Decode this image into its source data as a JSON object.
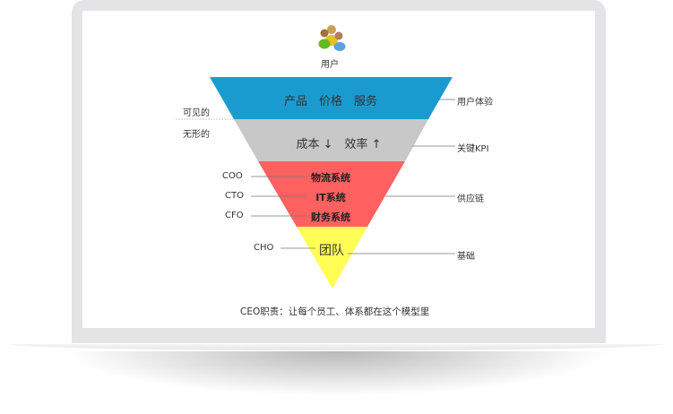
{
  "top_label": "用户",
  "top_icon": "users-group-icon",
  "layers": [
    {
      "text": "产品　价格　服务",
      "color": "#1a9bd0",
      "right_label": "用户体验"
    },
    {
      "text": "成本 ↓　效率 ↑",
      "color": "#c8c8c8",
      "right_label": "关键KPI"
    },
    {
      "items": [
        "物流系统",
        "IT系统",
        "财务系统"
      ],
      "left_labels": [
        "COO",
        "CTO",
        "CFO"
      ],
      "color": "#ff6060",
      "right_label": "供应链"
    },
    {
      "text": "团队",
      "color": "#ffff55",
      "left_label": "CHO",
      "right_label": "基础"
    }
  ],
  "visible_label": "可见的",
  "invisible_label": "无形的",
  "footer": "CEO职责：让每个员工、体系都在这个模型里"
}
